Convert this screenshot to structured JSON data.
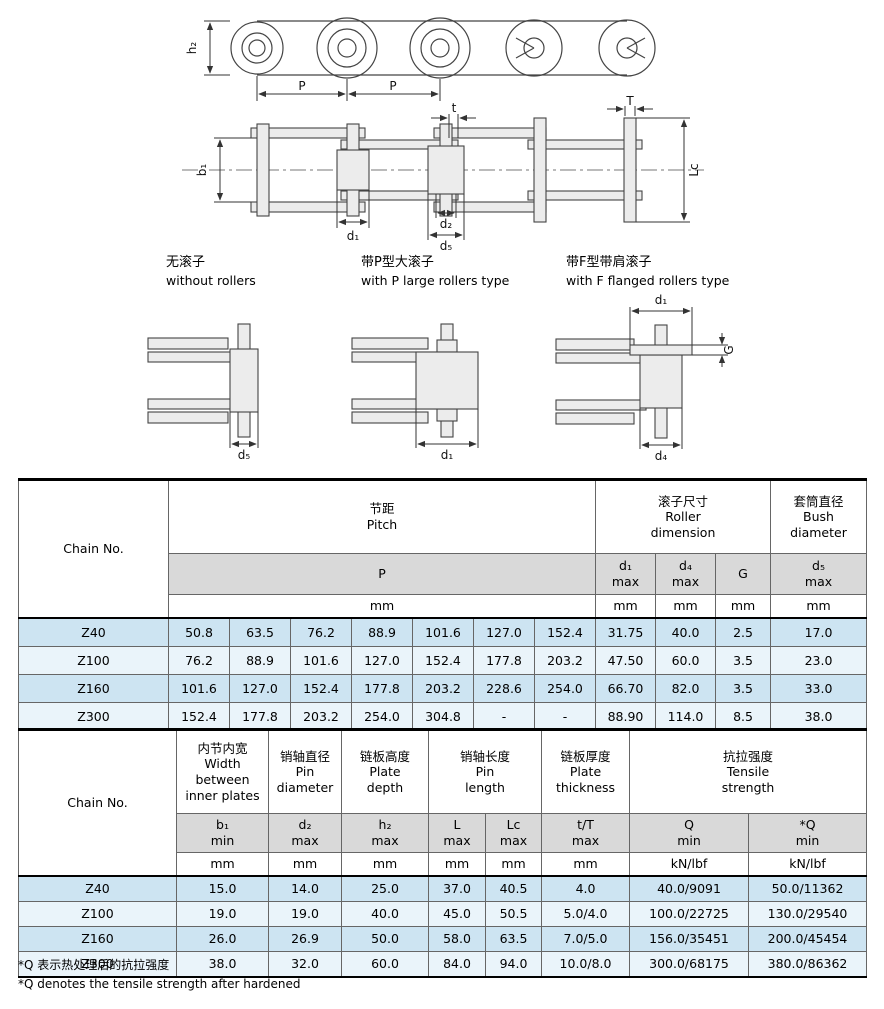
{
  "colors": {
    "row_highlight": "#cde4f2",
    "row_alt": "#eaf4fa",
    "header_band": "#d9d9d9",
    "header_band_dark": "#c0c0c0",
    "line": "#000000"
  },
  "diagram": {
    "labels": {
      "h2": "h₂",
      "p": "P",
      "b1": "b₁",
      "d1": "d₁",
      "d2": "d₂",
      "d5": "d₅",
      "d4": "d₄",
      "t": "t",
      "T": "T",
      "lc": "Lc",
      "g": "G"
    },
    "variants": [
      {
        "cn": "无滚子",
        "en": "without rollers"
      },
      {
        "cn": "带P型大滚子",
        "en": "with P  large rollers type"
      },
      {
        "cn": "带F型带肩滚子",
        "en": "with F flanged rollers type"
      }
    ]
  },
  "table1": {
    "chain_no": "Chain No.",
    "pitch_group": "节距\nPitch",
    "roller_group": "滚子尺寸\nRoller\ndimension",
    "bush_group": "套筒直径\nBush\ndiameter",
    "p_label": "P",
    "sub": [
      "d₁\nmax",
      "d₄\nmax",
      "G",
      "d₅\nmax"
    ],
    "units": [
      "mm",
      "mm",
      "mm",
      "mm",
      "mm"
    ],
    "rows": [
      [
        "Z40",
        "50.8",
        "63.5",
        "76.2",
        "88.9",
        "101.6",
        "127.0",
        "152.4",
        "31.75",
        "40.0",
        "2.5",
        "17.0"
      ],
      [
        "Z100",
        "76.2",
        "88.9",
        "101.6",
        "127.0",
        "152.4",
        "177.8",
        "203.2",
        "47.50",
        "60.0",
        "3.5",
        "23.0"
      ],
      [
        "Z160",
        "101.6",
        "127.0",
        "152.4",
        "177.8",
        "203.2",
        "228.6",
        "254.0",
        "66.70",
        "82.0",
        "3.5",
        "33.0"
      ],
      [
        "Z300",
        "152.4",
        "177.8",
        "203.2",
        "254.0",
        "304.8",
        "-",
        "-",
        "88.90",
        "114.0",
        "8.5",
        "38.0"
      ]
    ]
  },
  "table2": {
    "chain_no": "Chain No.",
    "groups": [
      "内节内宽\nWidth\nbetween\ninner plates",
      "销轴直径\nPin\ndiameter",
      "链板高度\nPlate\ndepth",
      "销轴长度\nPin\nlength",
      "链板厚度\nPlate\nthickness",
      "抗拉强度\nTensile\nstrength"
    ],
    "sub": [
      "b₁\nmin",
      "d₂\nmax",
      "h₂\nmax",
      "L\nmax",
      "Lc\nmax",
      "t/T\nmax",
      "Q\nmin",
      "*Q\nmin"
    ],
    "units": [
      "mm",
      "mm",
      "mm",
      "mm",
      "mm",
      "mm",
      "kN/lbf",
      "kN/lbf"
    ],
    "rows": [
      [
        "Z40",
        "15.0",
        "14.0",
        "25.0",
        "37.0",
        "40.5",
        "4.0",
        "40.0/9091",
        "50.0/11362"
      ],
      [
        "Z100",
        "19.0",
        "19.0",
        "40.0",
        "45.0",
        "50.5",
        "5.0/4.0",
        "100.0/22725",
        "130.0/29540"
      ],
      [
        "Z160",
        "26.0",
        "26.9",
        "50.0",
        "58.0",
        "63.5",
        "7.0/5.0",
        "156.0/35451",
        "200.0/45454"
      ],
      [
        "Z300",
        "38.0",
        "32.0",
        "60.0",
        "84.0",
        "94.0",
        "10.0/8.0",
        "300.0/68175",
        "380.0/86362"
      ]
    ]
  },
  "notes": [
    "*Q 表示热处理后的抗拉强度",
    "*Q denotes the tensile strength after hardened"
  ]
}
